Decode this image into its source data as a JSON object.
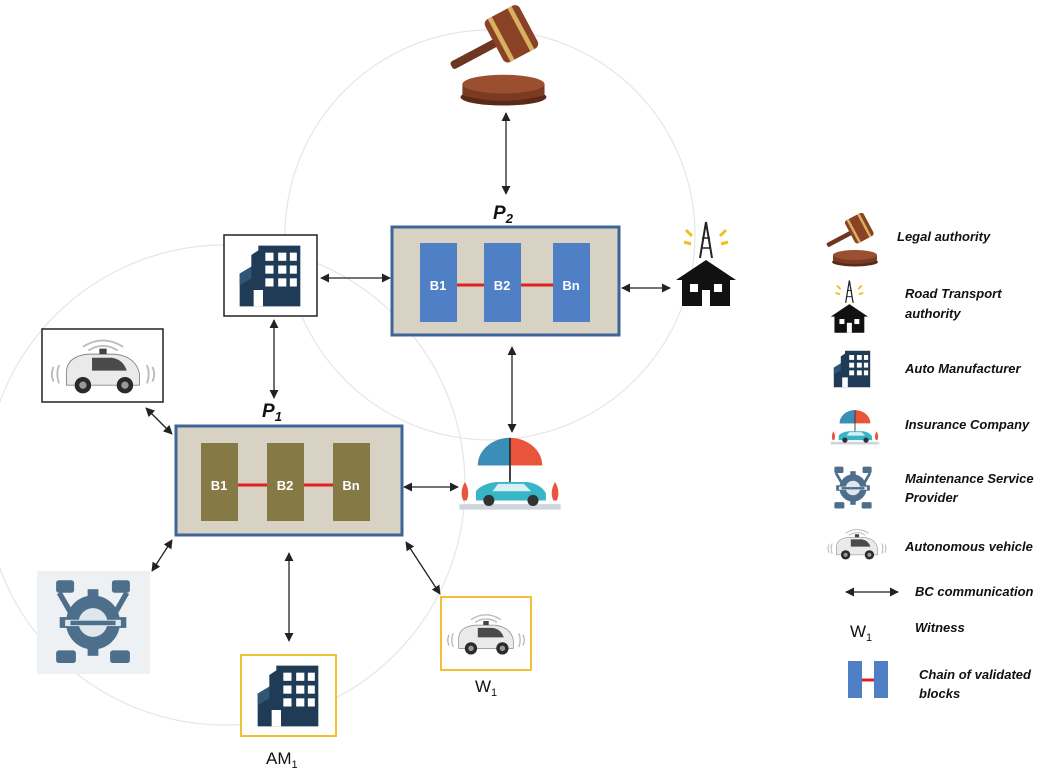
{
  "p1": {
    "label_main": "P",
    "label_sub": "1",
    "blocks": [
      "B1",
      "B2",
      "Bn"
    ]
  },
  "p2": {
    "label_main": "P",
    "label_sub": "2",
    "blocks": [
      "B1",
      "B2",
      "Bn"
    ]
  },
  "nodes": {
    "witness": {
      "main": "W",
      "sub": "1"
    },
    "manufacturer": {
      "main": "AM",
      "sub": "1"
    }
  },
  "legend": {
    "legal_authority": "Legal authority",
    "road_transport_line1": "Road Transport",
    "road_transport_line2": "authority",
    "auto_manufacturer": "Auto Manufacturer",
    "insurance_company": "Insurance Company",
    "maintenance_line1": "Maintenance Service",
    "maintenance_line2": "Provider",
    "autonomous_vehicle": "Autonomous vehicle",
    "bc_communication": "BC communication",
    "witness_symbol_main": "W",
    "witness_symbol_sub": "1",
    "witness": "Witness",
    "chain_line1": "Chain of validated",
    "chain_line2": "blocks"
  },
  "colors": {
    "p1_box_fill": "#d8d2c4",
    "p1_block": "#857a45",
    "p2_box_fill": "#d8d2c4",
    "p2_block": "#4f7fc4",
    "box_border": "#3f6497",
    "link_red": "#e02020",
    "frame_yellow": "#f0c233",
    "building_dark": "#1f3b55",
    "gavel_brown": "#7a3b22"
  },
  "icons": {
    "legal_authority": "gavel-icon",
    "road_transport": "house-tower-icon",
    "auto_manufacturer": "building-icon",
    "insurance": "umbrella-car-icon",
    "maintenance": "gear-pistons-icon",
    "vehicle": "autonomous-car-icon"
  }
}
